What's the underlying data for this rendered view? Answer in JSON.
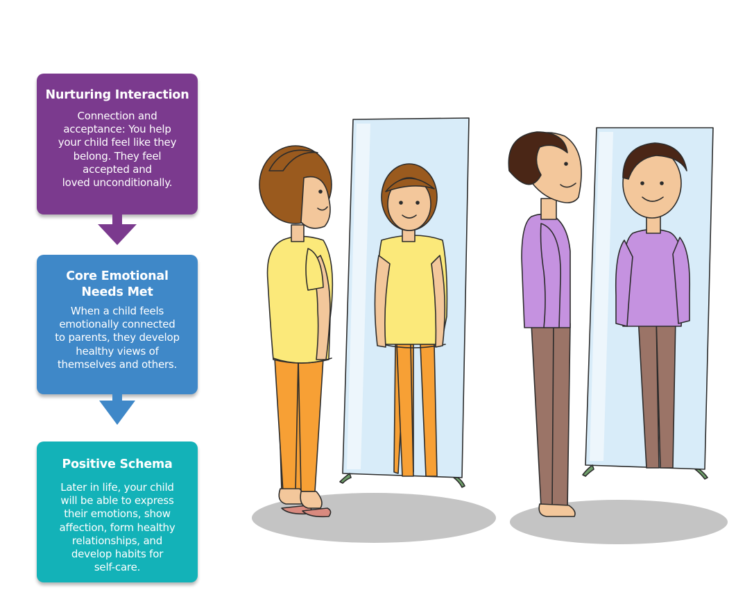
{
  "flow": [
    {
      "title": "Nurturing Interaction",
      "body": "Connection and\nacceptance: You help\nyour child feel like they\nbelong. They feel\naccepted and\nloved unconditionally.",
      "color": "#7b3a8e"
    },
    {
      "title": "Core Emotional\nNeeds Met",
      "body": "When a child feels\nemotionally connected\nto parents, they develop\nhealthy views of\nthemselves and others.",
      "color": "#3f88c8"
    },
    {
      "title": "Positive Schema",
      "body": "Later in life, your child\nwill be able to express\ntheir emotions, show\naffection, form healthy\nrelationships, and\ndevelop habits for\nself-care.",
      "color": "#13b2b8"
    }
  ],
  "illustration": {
    "subjects": [
      "woman-at-mirror",
      "man-at-mirror"
    ],
    "colors": {
      "woman_top": "#fbe97a",
      "woman_pants": "#f7a035",
      "woman_hair": "#9a5a1e",
      "man_shirt": "#c592e0",
      "man_pants": "#9b7467",
      "man_hair": "#4a2616",
      "skin": "#f3c79b",
      "mirror_glass": "#d8ecf9",
      "floor_shadow": "#c4c4c4"
    }
  }
}
